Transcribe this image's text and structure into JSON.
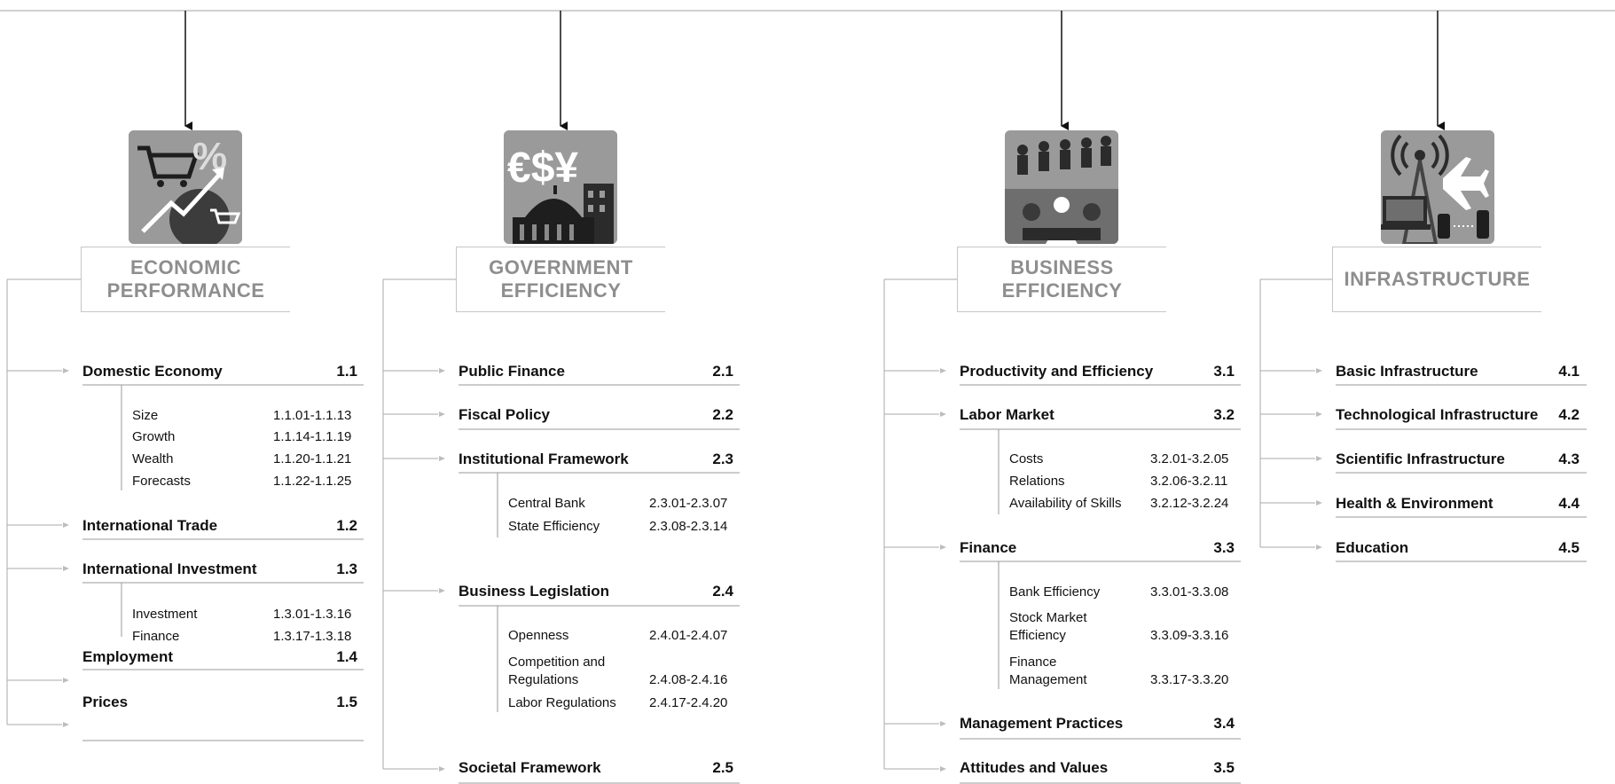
{
  "pillars": [
    {
      "title_line1": "ECONOMIC",
      "title_line2": "PERFORMANCE",
      "icon": "economic-performance-icon",
      "factors": [
        {
          "name": "Domestic Economy",
          "number": "1.1",
          "subfactors": [
            {
              "name": "Size",
              "range": "1.1.01-1.1.13"
            },
            {
              "name": "Growth",
              "range": "1.1.14-1.1.19"
            },
            {
              "name": "Wealth",
              "range": "1.1.20-1.1.21"
            },
            {
              "name": "Forecasts",
              "range": "1.1.22-1.1.25"
            }
          ]
        },
        {
          "name": "International Trade",
          "number": "1.2",
          "subfactors": []
        },
        {
          "name": "International Investment",
          "number": "1.3",
          "subfactors": [
            {
              "name": "Investment",
              "range": "1.3.01-1.3.16"
            },
            {
              "name": "Finance",
              "range": "1.3.17-1.3.18"
            }
          ]
        },
        {
          "name": "Employment",
          "number": "1.4",
          "subfactors": []
        },
        {
          "name": "Prices",
          "number": "1.5",
          "subfactors": []
        }
      ]
    },
    {
      "title_line1": "GOVERNMENT",
      "title_line2": "EFFICIENCY",
      "icon": "government-efficiency-icon",
      "factors": [
        {
          "name": "Public Finance",
          "number": "2.1",
          "subfactors": []
        },
        {
          "name": "Fiscal Policy",
          "number": "2.2",
          "subfactors": []
        },
        {
          "name": "Institutional Framework",
          "number": "2.3",
          "subfactors": [
            {
              "name": "Central Bank",
              "range": "2.3.01-2.3.07"
            },
            {
              "name": "State Efficiency",
              "range": "2.3.08-2.3.14"
            }
          ]
        },
        {
          "name": "Business Legislation",
          "number": "2.4",
          "subfactors": [
            {
              "name": "Openness",
              "range": "2.4.01-2.4.07"
            },
            {
              "name": "Competition and",
              "name2": "Regulations",
              "range": "2.4.08-2.4.16"
            },
            {
              "name": "Labor Regulations",
              "range": "2.4.17-2.4.20"
            }
          ]
        },
        {
          "name": "Societal Framework",
          "number": "2.5",
          "subfactors": []
        }
      ]
    },
    {
      "title_line1": "BUSINESS",
      "title_line2": "EFFICIENCY",
      "icon": "business-efficiency-icon",
      "factors": [
        {
          "name": "Productivity and Efficiency",
          "number": "3.1",
          "subfactors": []
        },
        {
          "name": "Labor Market",
          "number": "3.2",
          "subfactors": [
            {
              "name": "Costs",
              "range": "3.2.01-3.2.05"
            },
            {
              "name": "Relations",
              "range": "3.2.06-3.2.11"
            },
            {
              "name": "Availability of Skills",
              "range": "3.2.12-3.2.24"
            }
          ]
        },
        {
          "name": "Finance",
          "number": "3.3",
          "subfactors": [
            {
              "name": "Bank Efficiency",
              "range": "3.3.01-3.3.08"
            },
            {
              "name": "Stock Market",
              "name2": "Efficiency",
              "range": "3.3.09-3.3.16"
            },
            {
              "name": "Finance",
              "name2": "Management",
              "range": "3.3.17-3.3.20"
            }
          ]
        },
        {
          "name": "Management Practices",
          "number": "3.4",
          "subfactors": []
        },
        {
          "name": "Attitudes and Values",
          "number": "3.5",
          "subfactors": []
        }
      ]
    },
    {
      "title_line1": "",
      "title_line2": "INFRASTRUCTURE",
      "icon": "infrastructure-icon",
      "factors": [
        {
          "name": "Basic Infrastructure",
          "number": "4.1",
          "subfactors": []
        },
        {
          "name": "Technological Infrastructure",
          "number": "4.2",
          "subfactors": []
        },
        {
          "name": "Scientific Infrastructure",
          "number": "4.3",
          "subfactors": []
        },
        {
          "name": "Health & Environment",
          "number": "4.4",
          "subfactors": []
        },
        {
          "name": "Education",
          "number": "4.5",
          "subfactors": []
        }
      ]
    }
  ]
}
